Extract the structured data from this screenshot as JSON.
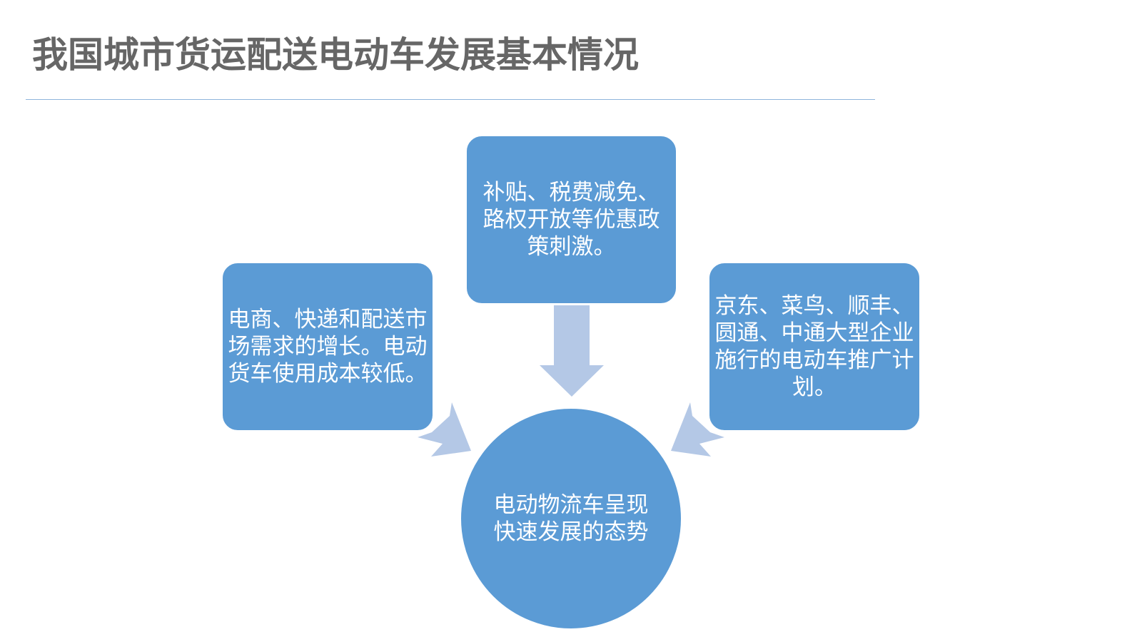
{
  "title": "我国城市货运配送电动车发展基本情况",
  "nodes": {
    "top": "补贴、税费减免、路权开放等优惠政策刺激。",
    "left": "电商、快递和配送市场需求的增长。电动货车使用成本较低。",
    "right": "京东、菜鸟、顺丰、圆通、中通大型企业施行的电动车推广计划。",
    "center": "电动物流车呈现快速发展的态势"
  },
  "colors": {
    "node_fill": "#5b9bd5",
    "arrow_fill": "#b4c8e6",
    "title_text": "#666666",
    "rule": "#8fb4dc"
  }
}
